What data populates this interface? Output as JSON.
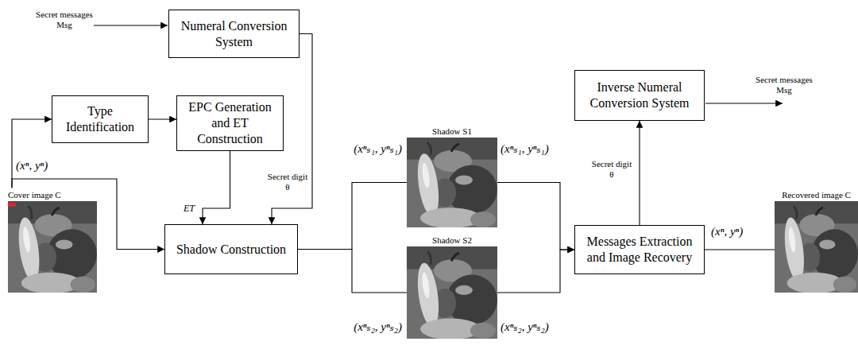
{
  "diagram": {
    "nodes": [
      {
        "text": [
          "Numeral Conversion System"
        ]
      },
      {
        "text": [
          "Type Identification"
        ]
      },
      {
        "text": [
          "EPC Generation and ET Construction"
        ]
      },
      {
        "text": [
          "Cover image C"
        ]
      },
      {
        "text": [
          "Shadow Construction"
        ]
      },
      {
        "text": [
          "Shadow S1"
        ]
      },
      {
        "text": [
          "Shadow S2"
        ]
      },
      {
        "text": [
          "Inverse Numeral Conversion System"
        ]
      },
      {
        "text": [
          "Messages Extraction and Image Recovery"
        ]
      },
      {
        "text": [
          "Recovered image C"
        ]
      }
    ],
    "edges": [
      {
        "from": 0,
        "to": 4,
        "arrow": "to",
        "label": "Secret digit θ"
      },
      {
        "from": 3,
        "to": 1,
        "arrow": "to"
      },
      {
        "from": 3,
        "to": 4,
        "arrow": "to",
        "label": "(xⁿ, yⁿ)"
      },
      {
        "from": 1,
        "to": 2,
        "arrow": "to"
      },
      {
        "from": 2,
        "to": 4,
        "arrow": "to",
        "label": "ET"
      },
      {
        "from": 4,
        "to": 5,
        "arrow": "none",
        "label": "(xⁿₛ₁, yⁿₛ₁)"
      },
      {
        "from": 4,
        "to": 6,
        "arrow": "none",
        "label": "(xⁿₛ₂, yⁿₛ₂)"
      },
      {
        "from": 5,
        "to": 8,
        "arrow": "to",
        "label": "(xⁿₛ₁, yⁿₛ₁)"
      },
      {
        "from": 6,
        "to": 8,
        "arrow": "to",
        "label": "(xⁿₛ₂, yⁿₛ₂)"
      },
      {
        "from": 8,
        "to": 7,
        "arrow": "to",
        "label": "Secret digit θ"
      },
      {
        "from": 8,
        "to": 9,
        "arrow": "none",
        "label": "(xⁿ, yⁿ)"
      }
    ],
    "labels": [
      "Secret messages Msg",
      "Secret messages Msg"
    ]
  }
}
